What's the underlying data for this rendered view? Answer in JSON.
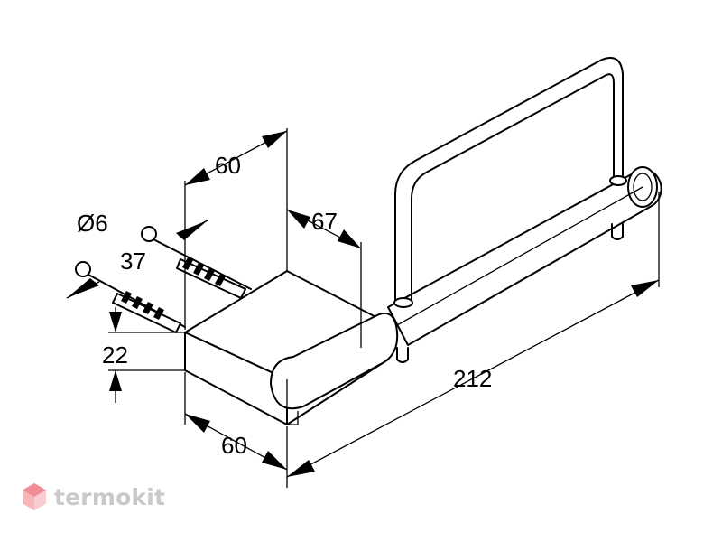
{
  "dimensions": {
    "top_width": "60",
    "depth": "67",
    "diameter": "Ø6",
    "spacing": "37",
    "height": "22",
    "bottom_width": "60",
    "total_length": "212"
  },
  "watermark": {
    "text": "termokit",
    "icon": "hexagon-logo-icon",
    "color": "#c9c9c9"
  }
}
